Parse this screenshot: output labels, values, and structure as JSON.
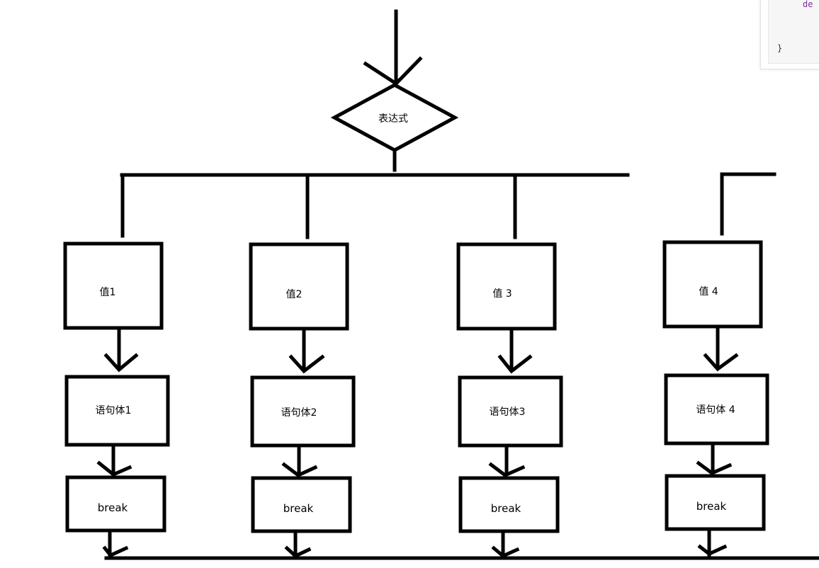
{
  "expression_label": "表达式",
  "cases": [
    {
      "value_label": "值1",
      "body_label": "语句体1",
      "break_label": "break"
    },
    {
      "value_label": "值2",
      "body_label": "语句体2",
      "break_label": "break"
    },
    {
      "value_label": "值 3",
      "body_label": "语句体3",
      "break_label": "break"
    },
    {
      "value_label": "值 4",
      "body_label": "语句体 4",
      "break_label": "break"
    }
  ],
  "code_snippet": {
    "keyword_fragment": "de",
    "closing_brace": "}"
  }
}
